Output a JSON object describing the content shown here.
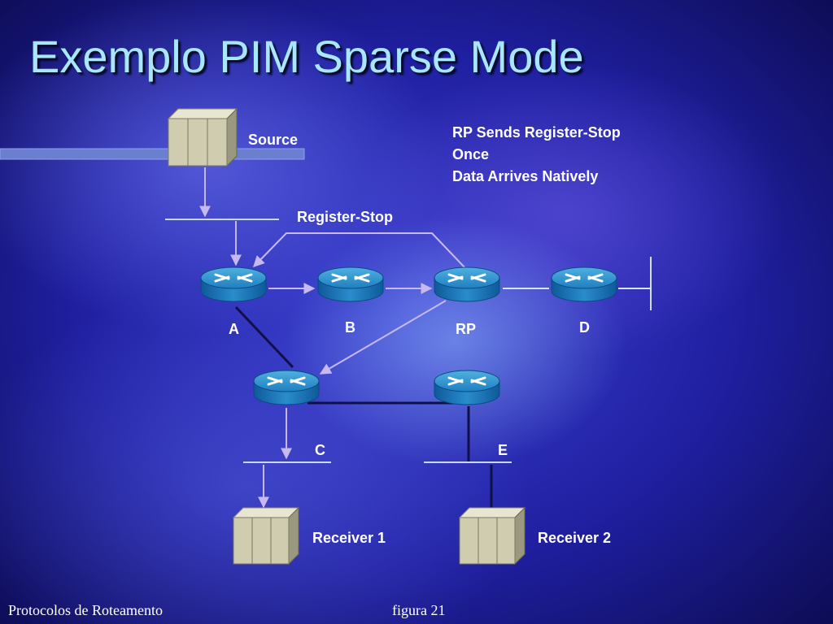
{
  "slide": {
    "title": "Exemplo PIM Sparse Mode",
    "footer_left": "Protocolos de Roteamento",
    "footer_center": "figura 21"
  },
  "diagram": {
    "source_label": "Source",
    "register_stop_label": "Register-Stop",
    "note_lines": [
      "RP Sends Register-Stop",
      "Once",
      "Data Arrives Natively"
    ],
    "routers": {
      "a": "A",
      "b": "B",
      "rp": "RP",
      "d": "D",
      "c": "C",
      "e": "E"
    },
    "receiver1_label": "Receiver 1",
    "receiver2_label": "Receiver 2"
  }
}
